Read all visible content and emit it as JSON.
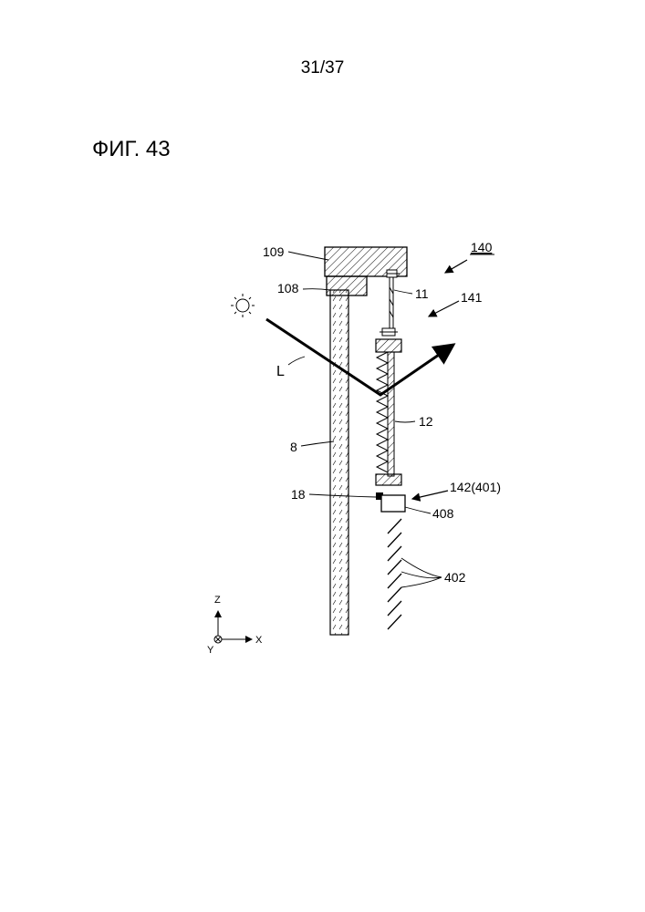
{
  "page": {
    "number": "31/37"
  },
  "figure": {
    "title": "ФИГ. 43"
  },
  "labels": {
    "device": "140",
    "unit": "141",
    "top_block": "109",
    "under_block": "108",
    "wire": "11",
    "light_ray": "L",
    "panel": "12",
    "glass": "8",
    "bracket": "18",
    "louver_system": "142(401)",
    "holder": "408",
    "louvers": "402"
  },
  "axes": {
    "z": "Z",
    "x": "X",
    "y": "Y"
  },
  "icons": {
    "sun": "sun-icon"
  }
}
